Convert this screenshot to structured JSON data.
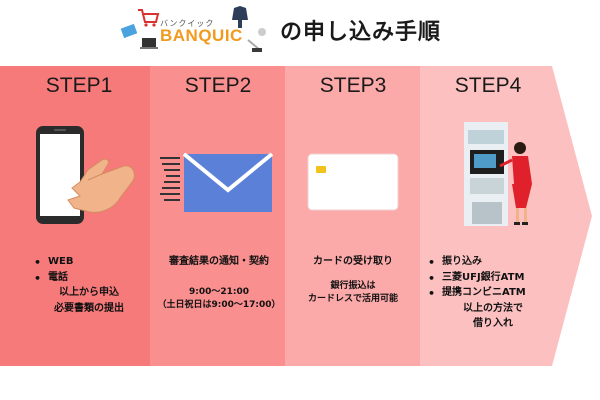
{
  "header": {
    "logo_kana": "バンクイック",
    "logo_text": "BANQUIC",
    "title_suffix": "の申し込み手順"
  },
  "colors": {
    "step1": "#f77a7a",
    "step2": "#f98f8f",
    "step3": "#fba9a9",
    "step4": "#fcc0c0"
  },
  "steps": [
    {
      "label": "STEP1",
      "icon": "smartphone-tap-icon",
      "bullets": [
        "WEB",
        "電話"
      ],
      "lines": [
        "以上から申込",
        "必要書類の提出"
      ]
    },
    {
      "label": "STEP2",
      "icon": "mail-icon",
      "lines": [
        "審査結果の通知・契約"
      ],
      "sub_lines": [
        "9:00～21:00",
        "（土日祝日は9:00～17:00）"
      ]
    },
    {
      "label": "STEP3",
      "icon": "card-icon",
      "lines": [
        "カードの受け取り"
      ],
      "sub_lines": [
        "銀行振込は",
        "カードレスで活用可能"
      ]
    },
    {
      "label": "STEP4",
      "icon": "atm-icon",
      "bullets": [
        "振り込み",
        "三菱UFJ銀行ATM",
        "提携コンビニATM"
      ],
      "lines": [
        "以上の方法で",
        "借り入れ"
      ]
    }
  ]
}
